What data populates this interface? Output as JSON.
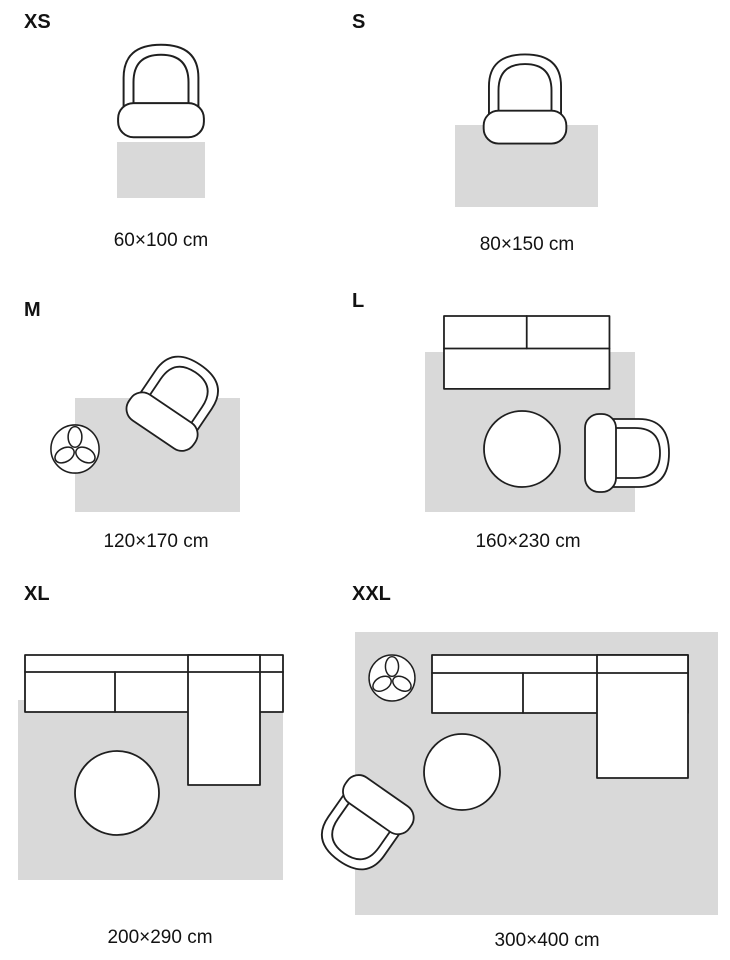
{
  "sizes": [
    {
      "label": "XS",
      "dimensions": "60×100 cm"
    },
    {
      "label": "S",
      "dimensions": "80×150 cm"
    },
    {
      "label": "M",
      "dimensions": "120×170 cm"
    },
    {
      "label": "L",
      "dimensions": "160×230 cm"
    },
    {
      "label": "XL",
      "dimensions": "200×290 cm"
    },
    {
      "label": "XXL",
      "dimensions": "300×400 cm"
    }
  ],
  "colors": {
    "rug": "#d9d9d9",
    "outline": "#1f1f1f",
    "text": "#121212",
    "background": "#ffffff"
  }
}
